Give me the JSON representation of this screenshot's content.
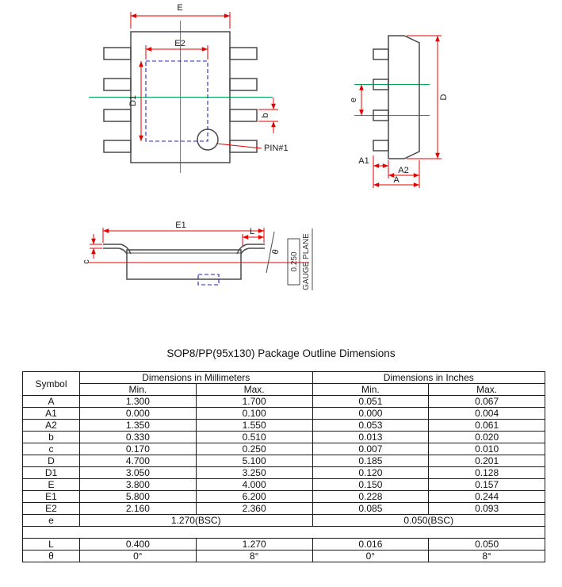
{
  "title": "SOP8/PP(95x130) Package Outline Dimensions",
  "colors": {
    "dimension_red": "#e60000",
    "centerline_green": "#00a651",
    "hidden_blue": "#2222cc",
    "outline_gray": "#4a4a4a"
  },
  "drawing": {
    "top_view": {
      "E": "E",
      "E2": "E2",
      "D1": "D1",
      "b": "b",
      "pin1": "PIN#1"
    },
    "side_view": {
      "e": "e",
      "D": "D",
      "A1": "A1",
      "A2": "A2",
      "A": "A"
    },
    "front_view": {
      "E1": "E1",
      "L": "L",
      "c": "c",
      "theta": "θ",
      "gauge_value": "0.250",
      "gauge_plane": "GAUGE PLANE"
    }
  },
  "table": {
    "header": {
      "symbol": "Symbol",
      "mm_group": "Dimensions in Millimeters",
      "inch_group": "Dimensions in Inches",
      "min": "Min.",
      "max": "Max."
    },
    "rows": [
      {
        "symbol": "A",
        "mm_min": "1.300",
        "mm_max": "1.700",
        "in_min": "0.051",
        "in_max": "0.067"
      },
      {
        "symbol": "A1",
        "mm_min": "0.000",
        "mm_max": "0.100",
        "in_min": "0.000",
        "in_max": "0.004"
      },
      {
        "symbol": "A2",
        "mm_min": "1.350",
        "mm_max": "1.550",
        "in_min": "0.053",
        "in_max": "0.061"
      },
      {
        "symbol": "b",
        "mm_min": "0.330",
        "mm_max": "0.510",
        "in_min": "0.013",
        "in_max": "0.020"
      },
      {
        "symbol": "c",
        "mm_min": "0.170",
        "mm_max": "0.250",
        "in_min": "0.007",
        "in_max": "0.010"
      },
      {
        "symbol": "D",
        "mm_min": "4.700",
        "mm_max": "5.100",
        "in_min": "0.185",
        "in_max": "0.201"
      },
      {
        "symbol": "D1",
        "mm_min": "3.050",
        "mm_max": "3.250",
        "in_min": "0.120",
        "in_max": "0.128"
      },
      {
        "symbol": "E",
        "mm_min": "3.800",
        "mm_max": "4.000",
        "in_min": "0.150",
        "in_max": "0.157"
      },
      {
        "symbol": "E1",
        "mm_min": "5.800",
        "mm_max": "6.200",
        "in_min": "0.228",
        "in_max": "0.244"
      },
      {
        "symbol": "E2",
        "mm_min": "2.160",
        "mm_max": "2.360",
        "in_min": "0.085",
        "in_max": "0.093"
      }
    ],
    "e_row": {
      "symbol": "e",
      "mm": "1.270(BSC)",
      "inch": "0.050(BSC)"
    },
    "l_row": {
      "symbol": "L",
      "mm_min": "0.400",
      "mm_max": "1.270",
      "in_min": "0.016",
      "in_max": "0.050"
    },
    "theta_row": {
      "symbol": "θ",
      "mm_min": "0°",
      "mm_max": "8°",
      "in_min": "0°",
      "in_max": "8°"
    }
  }
}
